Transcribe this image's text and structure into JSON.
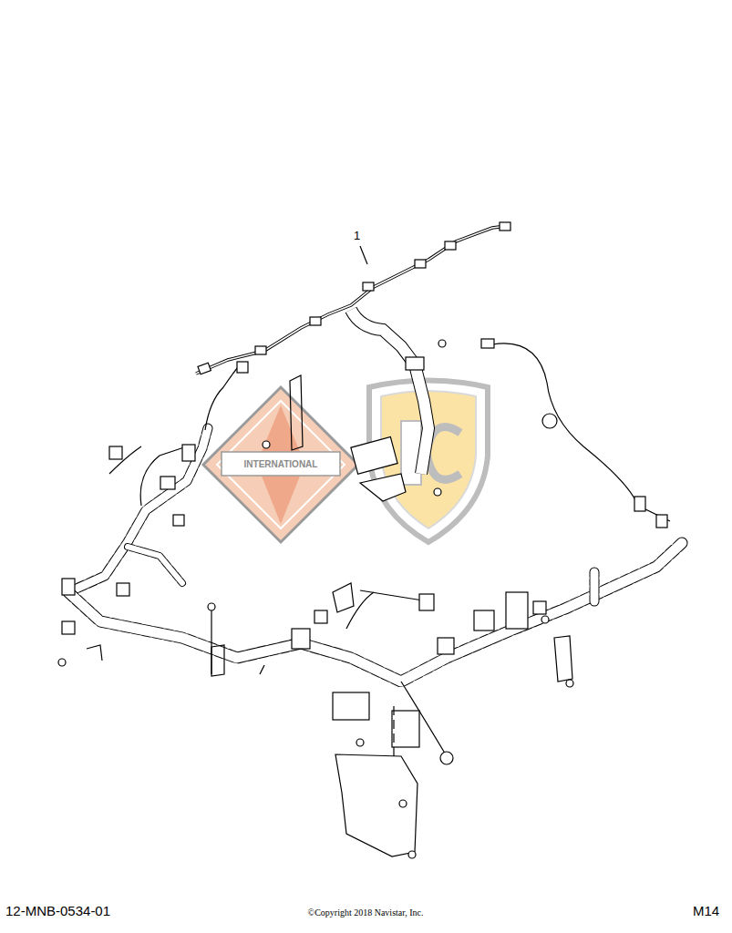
{
  "diagram": {
    "labels": [
      "1",
      "INTERNATIONAL",
      "12-MNB-0534-01",
      "©Copyright 2018 Navistar, Inc.",
      "M14"
    ]
  }
}
